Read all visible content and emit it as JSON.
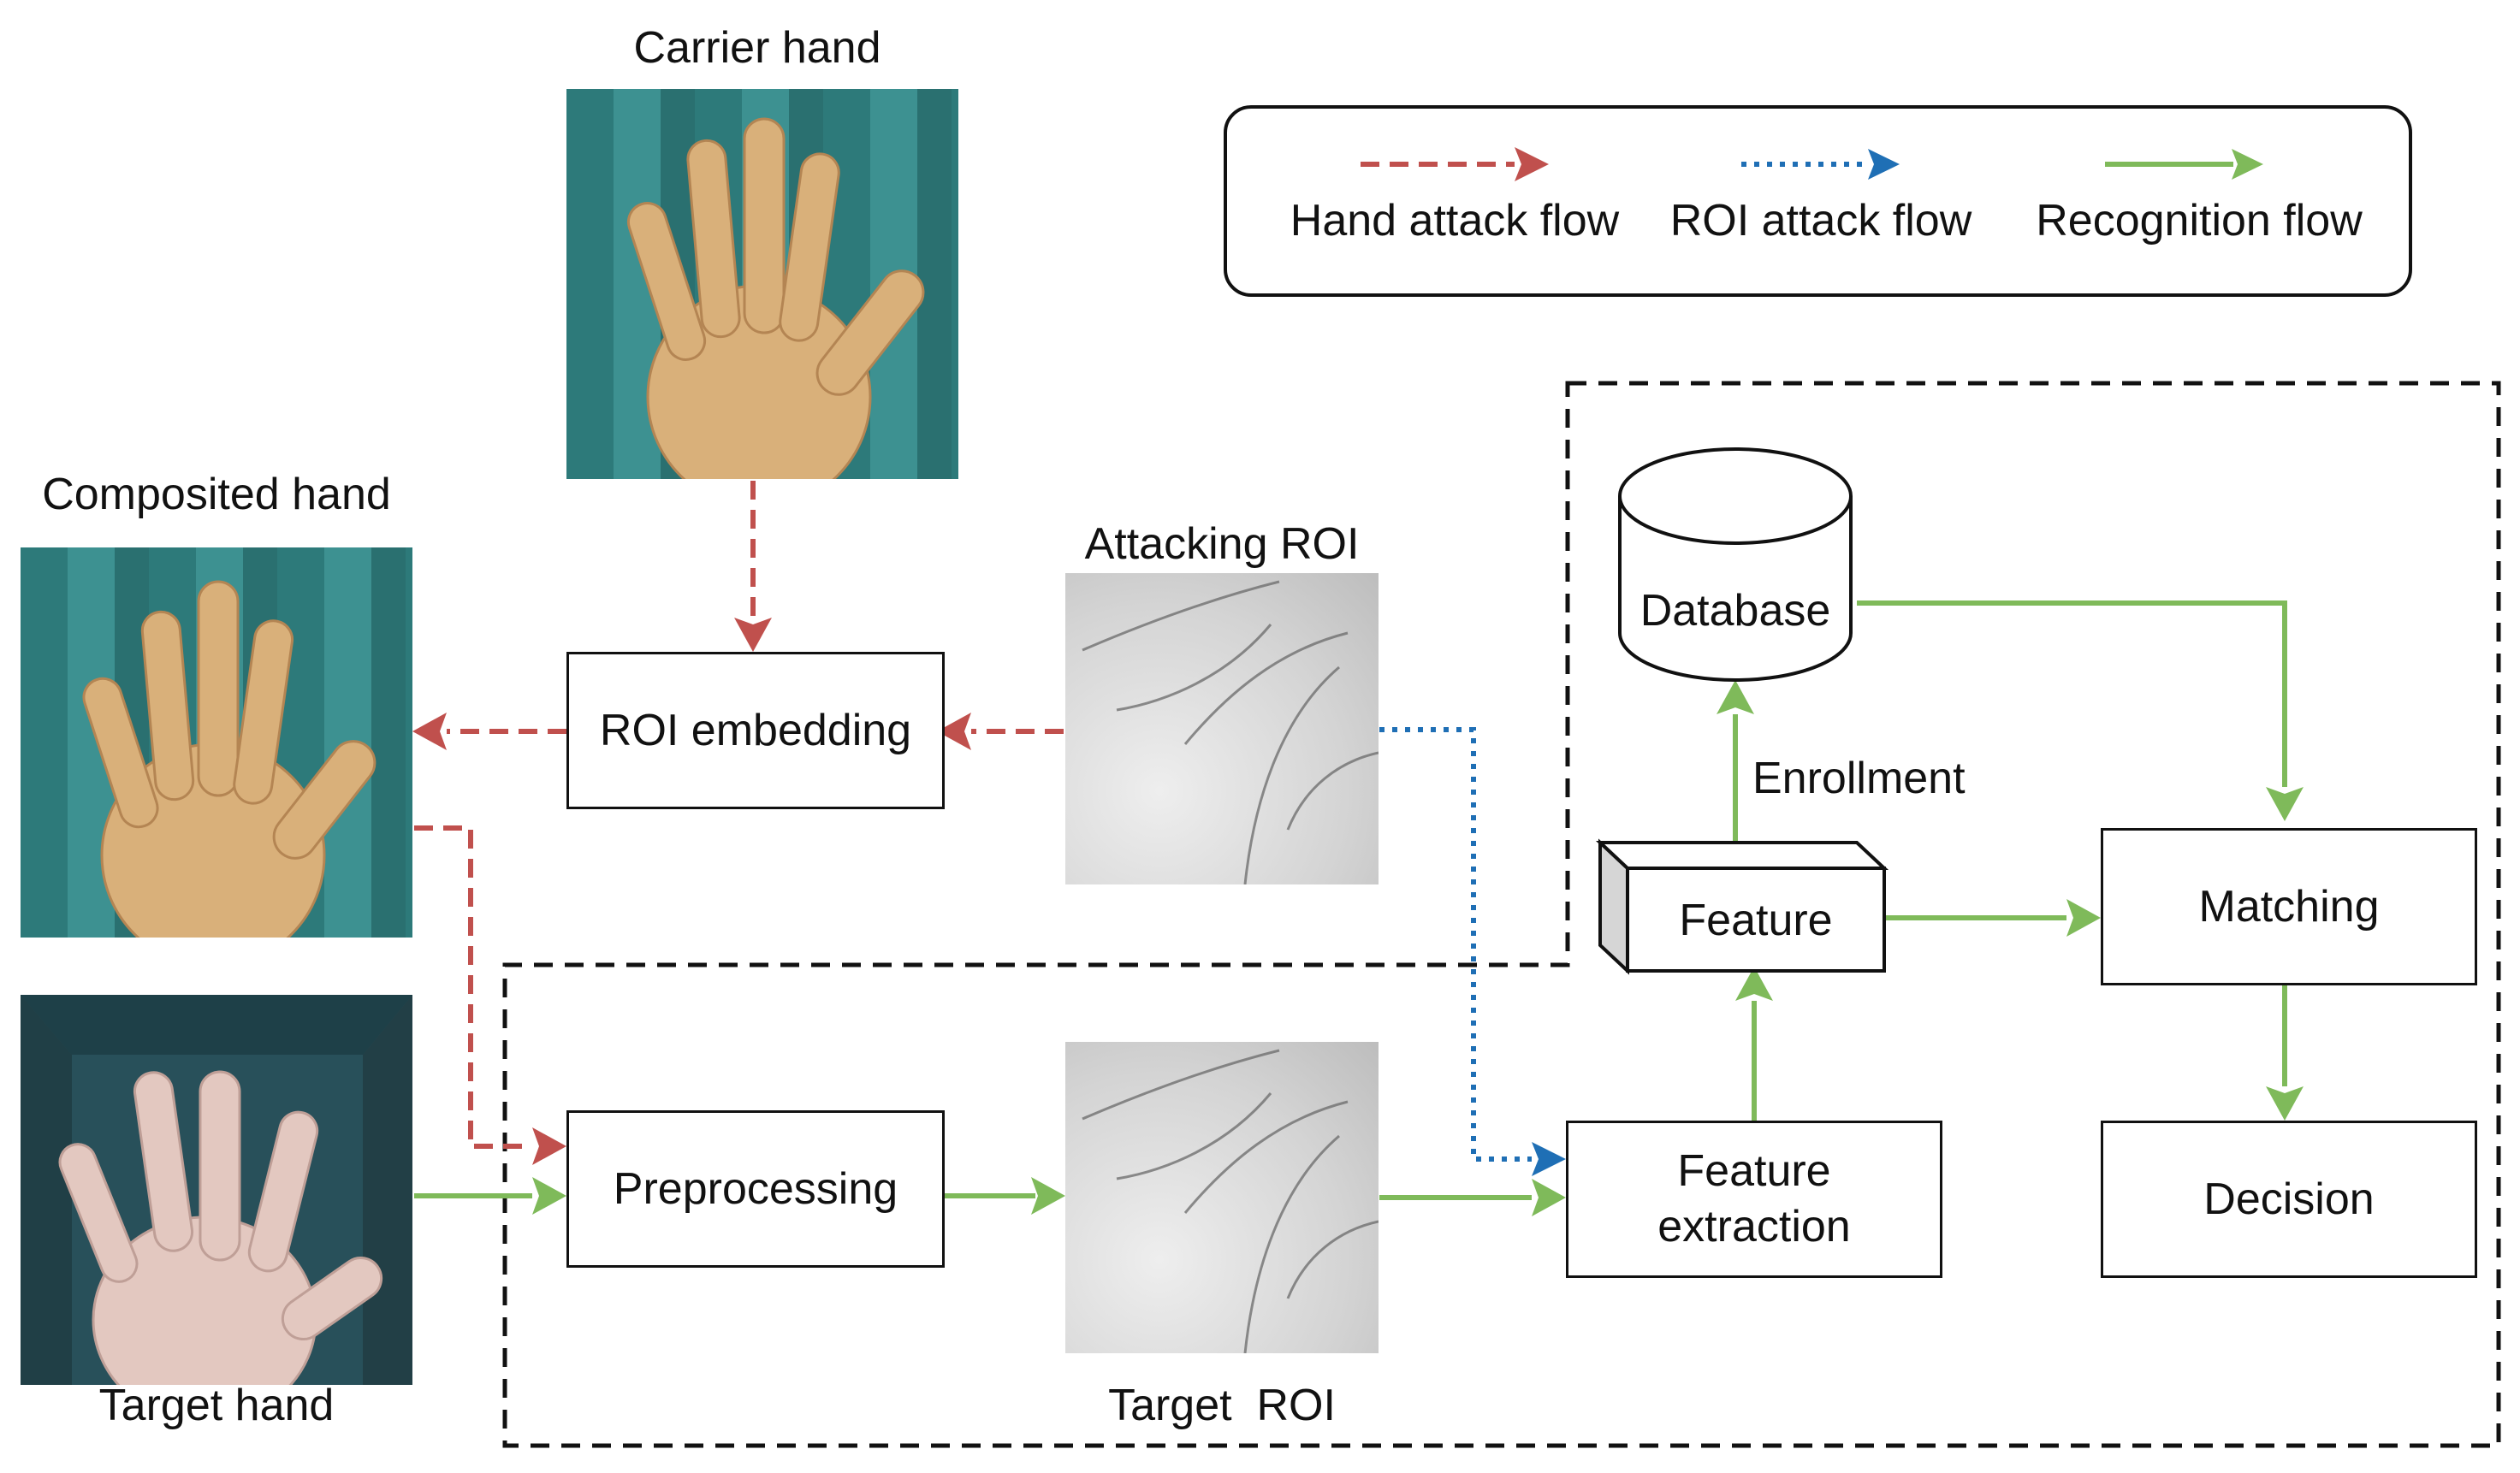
{
  "images": {
    "carrier_hand": "Carrier hand",
    "composited_hand": "Composited hand",
    "target_hand": "Target hand",
    "attacking_roi": "Attacking ROI",
    "target_roi": "Target  ROI"
  },
  "boxes": {
    "roi_embedding": "ROI embedding",
    "preprocessing": "Preprocessing",
    "feature_extraction_line1": "Feature",
    "feature_extraction_line2": "extraction",
    "feature": "Feature",
    "matching": "Matching",
    "decision": "Decision",
    "database": "Database"
  },
  "edge_labels": {
    "enrollment": "Enrollment"
  },
  "legend": {
    "hand_attack": "Hand attack flow",
    "roi_attack": "ROI attack flow",
    "recognition": "Recognition flow"
  },
  "colors": {
    "hand_attack": "#c0504d",
    "roi_attack": "#1f6fb5",
    "recognition": "#7fba5a"
  }
}
